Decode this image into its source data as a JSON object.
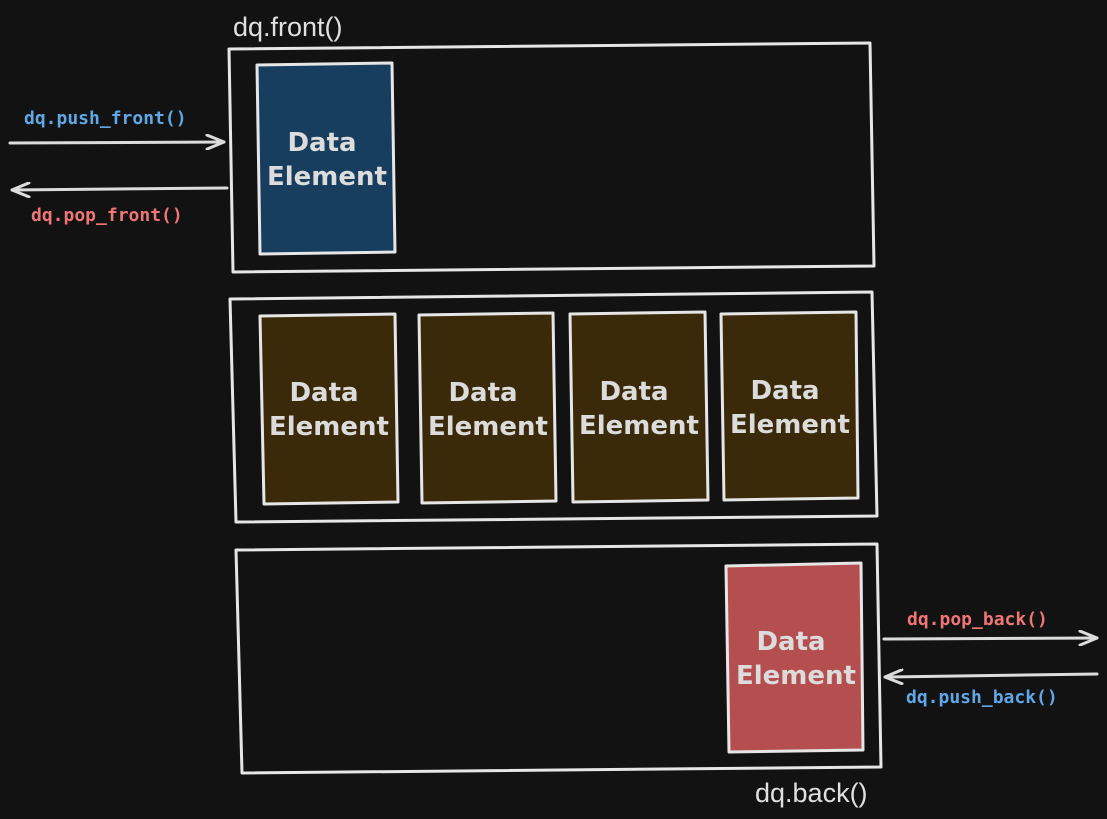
{
  "captions": {
    "front": "dq.front()",
    "back": "dq.back()"
  },
  "operations": {
    "push_front": "dq.push_front()",
    "pop_front": "dq.pop_front()",
    "pop_back": "dq.pop_back()",
    "push_back": "dq.push_back()"
  },
  "colors": {
    "background": "#121212",
    "front_element": "#173e5e",
    "middle_element": "#3a2a0a",
    "back_element": "#b54e4f",
    "push_label": "#5fa8e8",
    "pop_label": "#f07575",
    "stroke": "#e6e6e6"
  },
  "element": {
    "line1": "Data",
    "line2": "Element"
  },
  "blocks": {
    "front": {
      "elements": [
        {
          "line1": "Data",
          "line2": "Element"
        }
      ]
    },
    "middle": {
      "elements": [
        {
          "line1": "Data",
          "line2": "Element"
        },
        {
          "line1": "Data",
          "line2": "Element"
        },
        {
          "line1": "Data",
          "line2": "Element"
        },
        {
          "line1": "Data",
          "line2": "Element"
        }
      ]
    },
    "back": {
      "elements": [
        {
          "line1": "Data",
          "line2": "Element"
        }
      ]
    }
  }
}
